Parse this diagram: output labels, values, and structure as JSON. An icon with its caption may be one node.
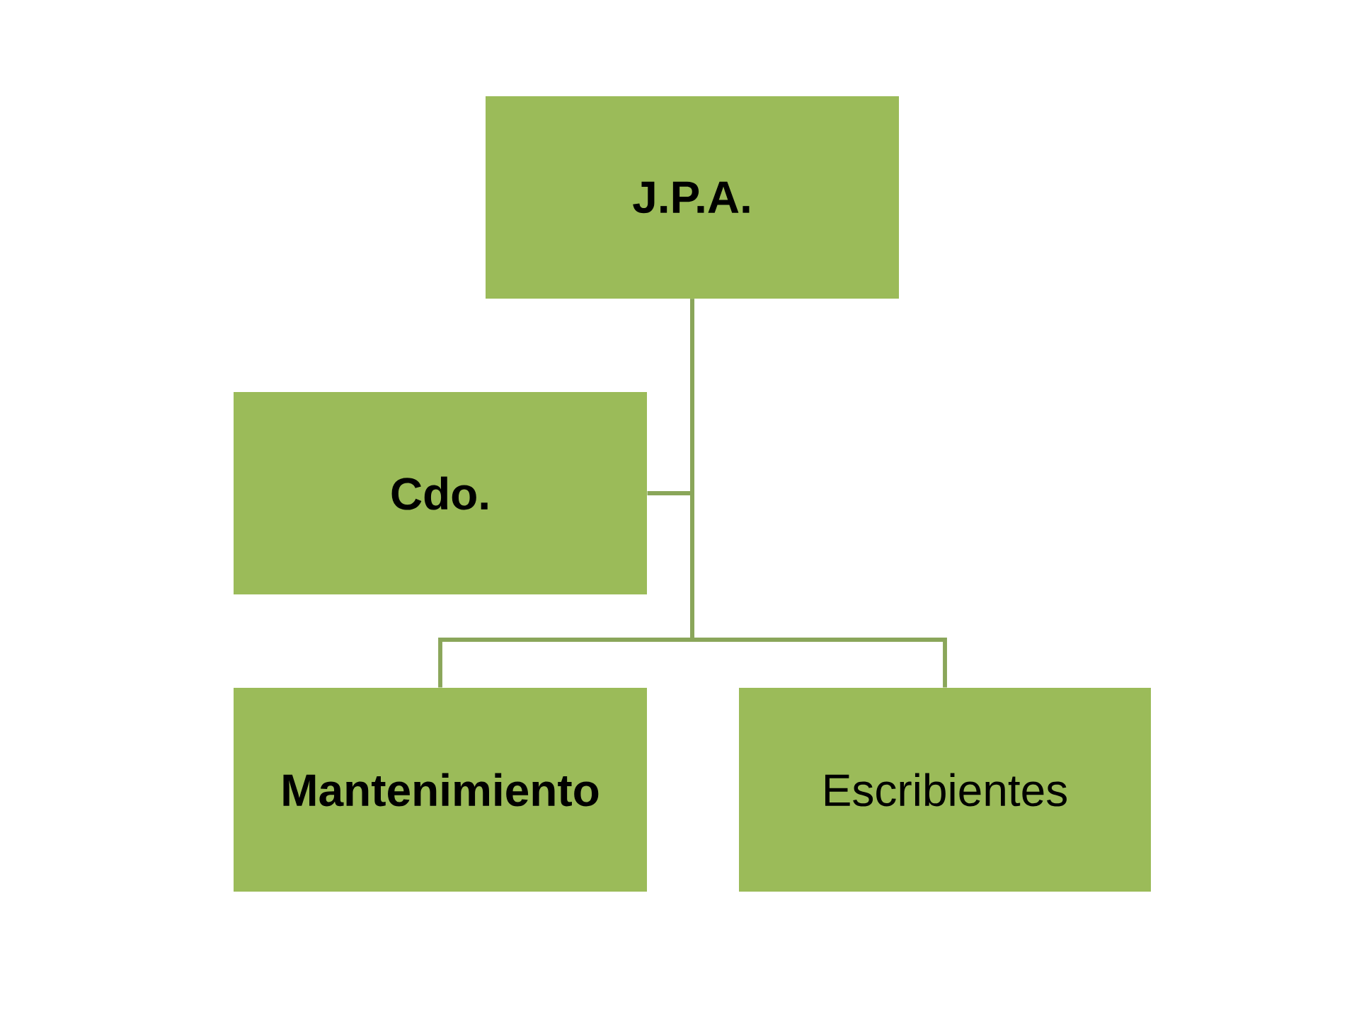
{
  "diagram": {
    "nodes": [
      {
        "text": [
          "J.P.A."
        ]
      },
      {
        "text": [
          "Cdo."
        ]
      },
      {
        "text": [
          "Mantenimiento"
        ]
      },
      {
        "text": [
          "Escribientes"
        ]
      }
    ],
    "edges": [
      {
        "from": 0,
        "to": 1,
        "arrow": "none"
      },
      {
        "from": 0,
        "to": 2,
        "arrow": "none"
      },
      {
        "from": 0,
        "to": 3,
        "arrow": "none"
      }
    ]
  }
}
